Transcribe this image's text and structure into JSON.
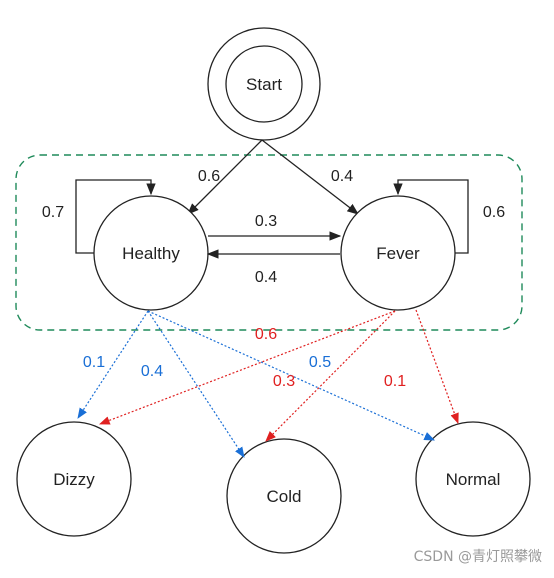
{
  "states": {
    "start": "Start",
    "healthy": "Healthy",
    "fever": "Fever"
  },
  "observations": {
    "dizzy": "Dizzy",
    "cold": "Cold",
    "normal": "Normal"
  },
  "start_probabilities": {
    "healthy": "0.6",
    "fever": "0.4"
  },
  "transition_probabilities": {
    "healthy_healthy": "0.7",
    "healthy_fever": "0.3",
    "fever_healthy": "0.4",
    "fever_fever": "0.6"
  },
  "emission_probabilities": {
    "healthy_dizzy": "0.1",
    "healthy_cold": "0.4",
    "healthy_normal": "0.5",
    "fever_dizzy": "0.6",
    "fever_cold": "0.3",
    "fever_normal": "0.1"
  },
  "colors": {
    "healthy_emission": "#1a6fd6",
    "fever_emission": "#e02020",
    "hidden_box": "#1f8a5a",
    "black": "#222222"
  },
  "watermark": "CSDN @青灯照攀微"
}
